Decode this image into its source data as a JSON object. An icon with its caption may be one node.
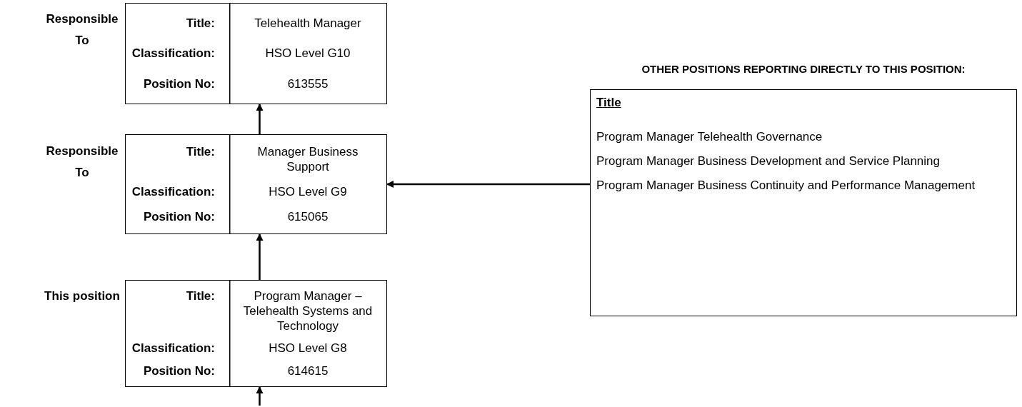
{
  "diagram": {
    "nodes": [
      {
        "text": [
          "Title:",
          "Telehealth Manager",
          "Classification:",
          "HSO Level G10",
          "Position No:",
          "613555"
        ],
        "beside": [
          "Responsible To"
        ]
      },
      {
        "text": [
          "Title:",
          "Manager Business Support",
          "Classification:",
          "HSO Level G9",
          "Position No:",
          "615065"
        ],
        "beside": [
          "Responsible To"
        ]
      },
      {
        "text": [
          "Title:",
          "Program Manager – Telehealth Systems and Technology",
          "Classification:",
          "HSO Level G8",
          "Position No:",
          "614615"
        ],
        "beside": [
          "This position"
        ]
      },
      {
        "text": [
          "OTHER POSITIONS REPORTING DIRECTLY TO THIS POSITION:",
          "Title",
          "Program Manager Telehealth Governance",
          "Program Manager Business Development and Service Planning",
          "Program Manager Business Continuity and Performance Management"
        ]
      }
    ],
    "edges": [
      {
        "from": 1,
        "to": 0,
        "arrow": "to"
      },
      {
        "from": 2,
        "to": 1,
        "arrow": "to"
      },
      {
        "from": null,
        "to": 2,
        "arrow": "to"
      },
      {
        "from": 3,
        "to": 1,
        "arrow": "to"
      }
    ]
  }
}
